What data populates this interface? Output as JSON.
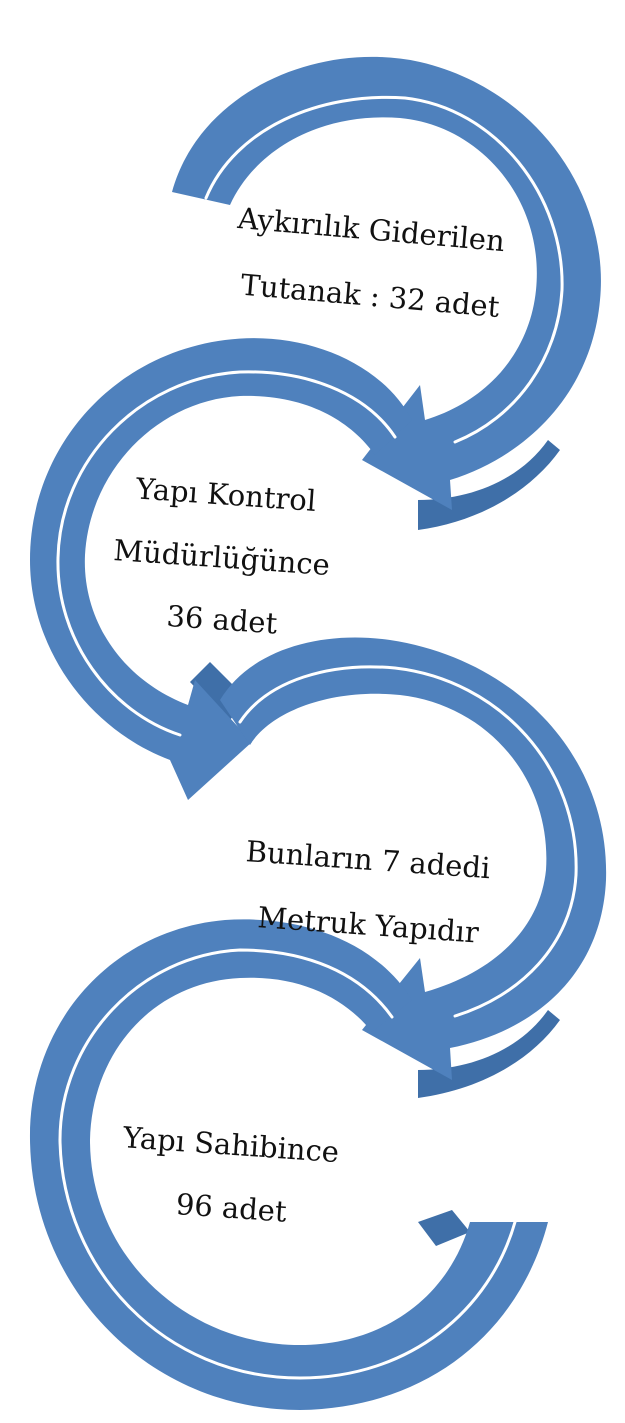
{
  "diagram": {
    "fill_color": "#4f81bd",
    "shade_color": "#3f6fa8",
    "rim_color": "#ffffff",
    "steps": [
      {
        "line1": "Aykırılık Giderilen",
        "line2": "Tutanak : 32 adet",
        "line3": ""
      },
      {
        "line1": "Yapı Kontrol",
        "line2": "Müdürlüğünce",
        "line3": "36 adet"
      },
      {
        "line1": "Bunların 7 adedi",
        "line2": "Metruk Yapıdır",
        "line3": ""
      },
      {
        "line1": "Yapı Sahibince",
        "line2": "96 adet",
        "line3": ""
      }
    ]
  }
}
